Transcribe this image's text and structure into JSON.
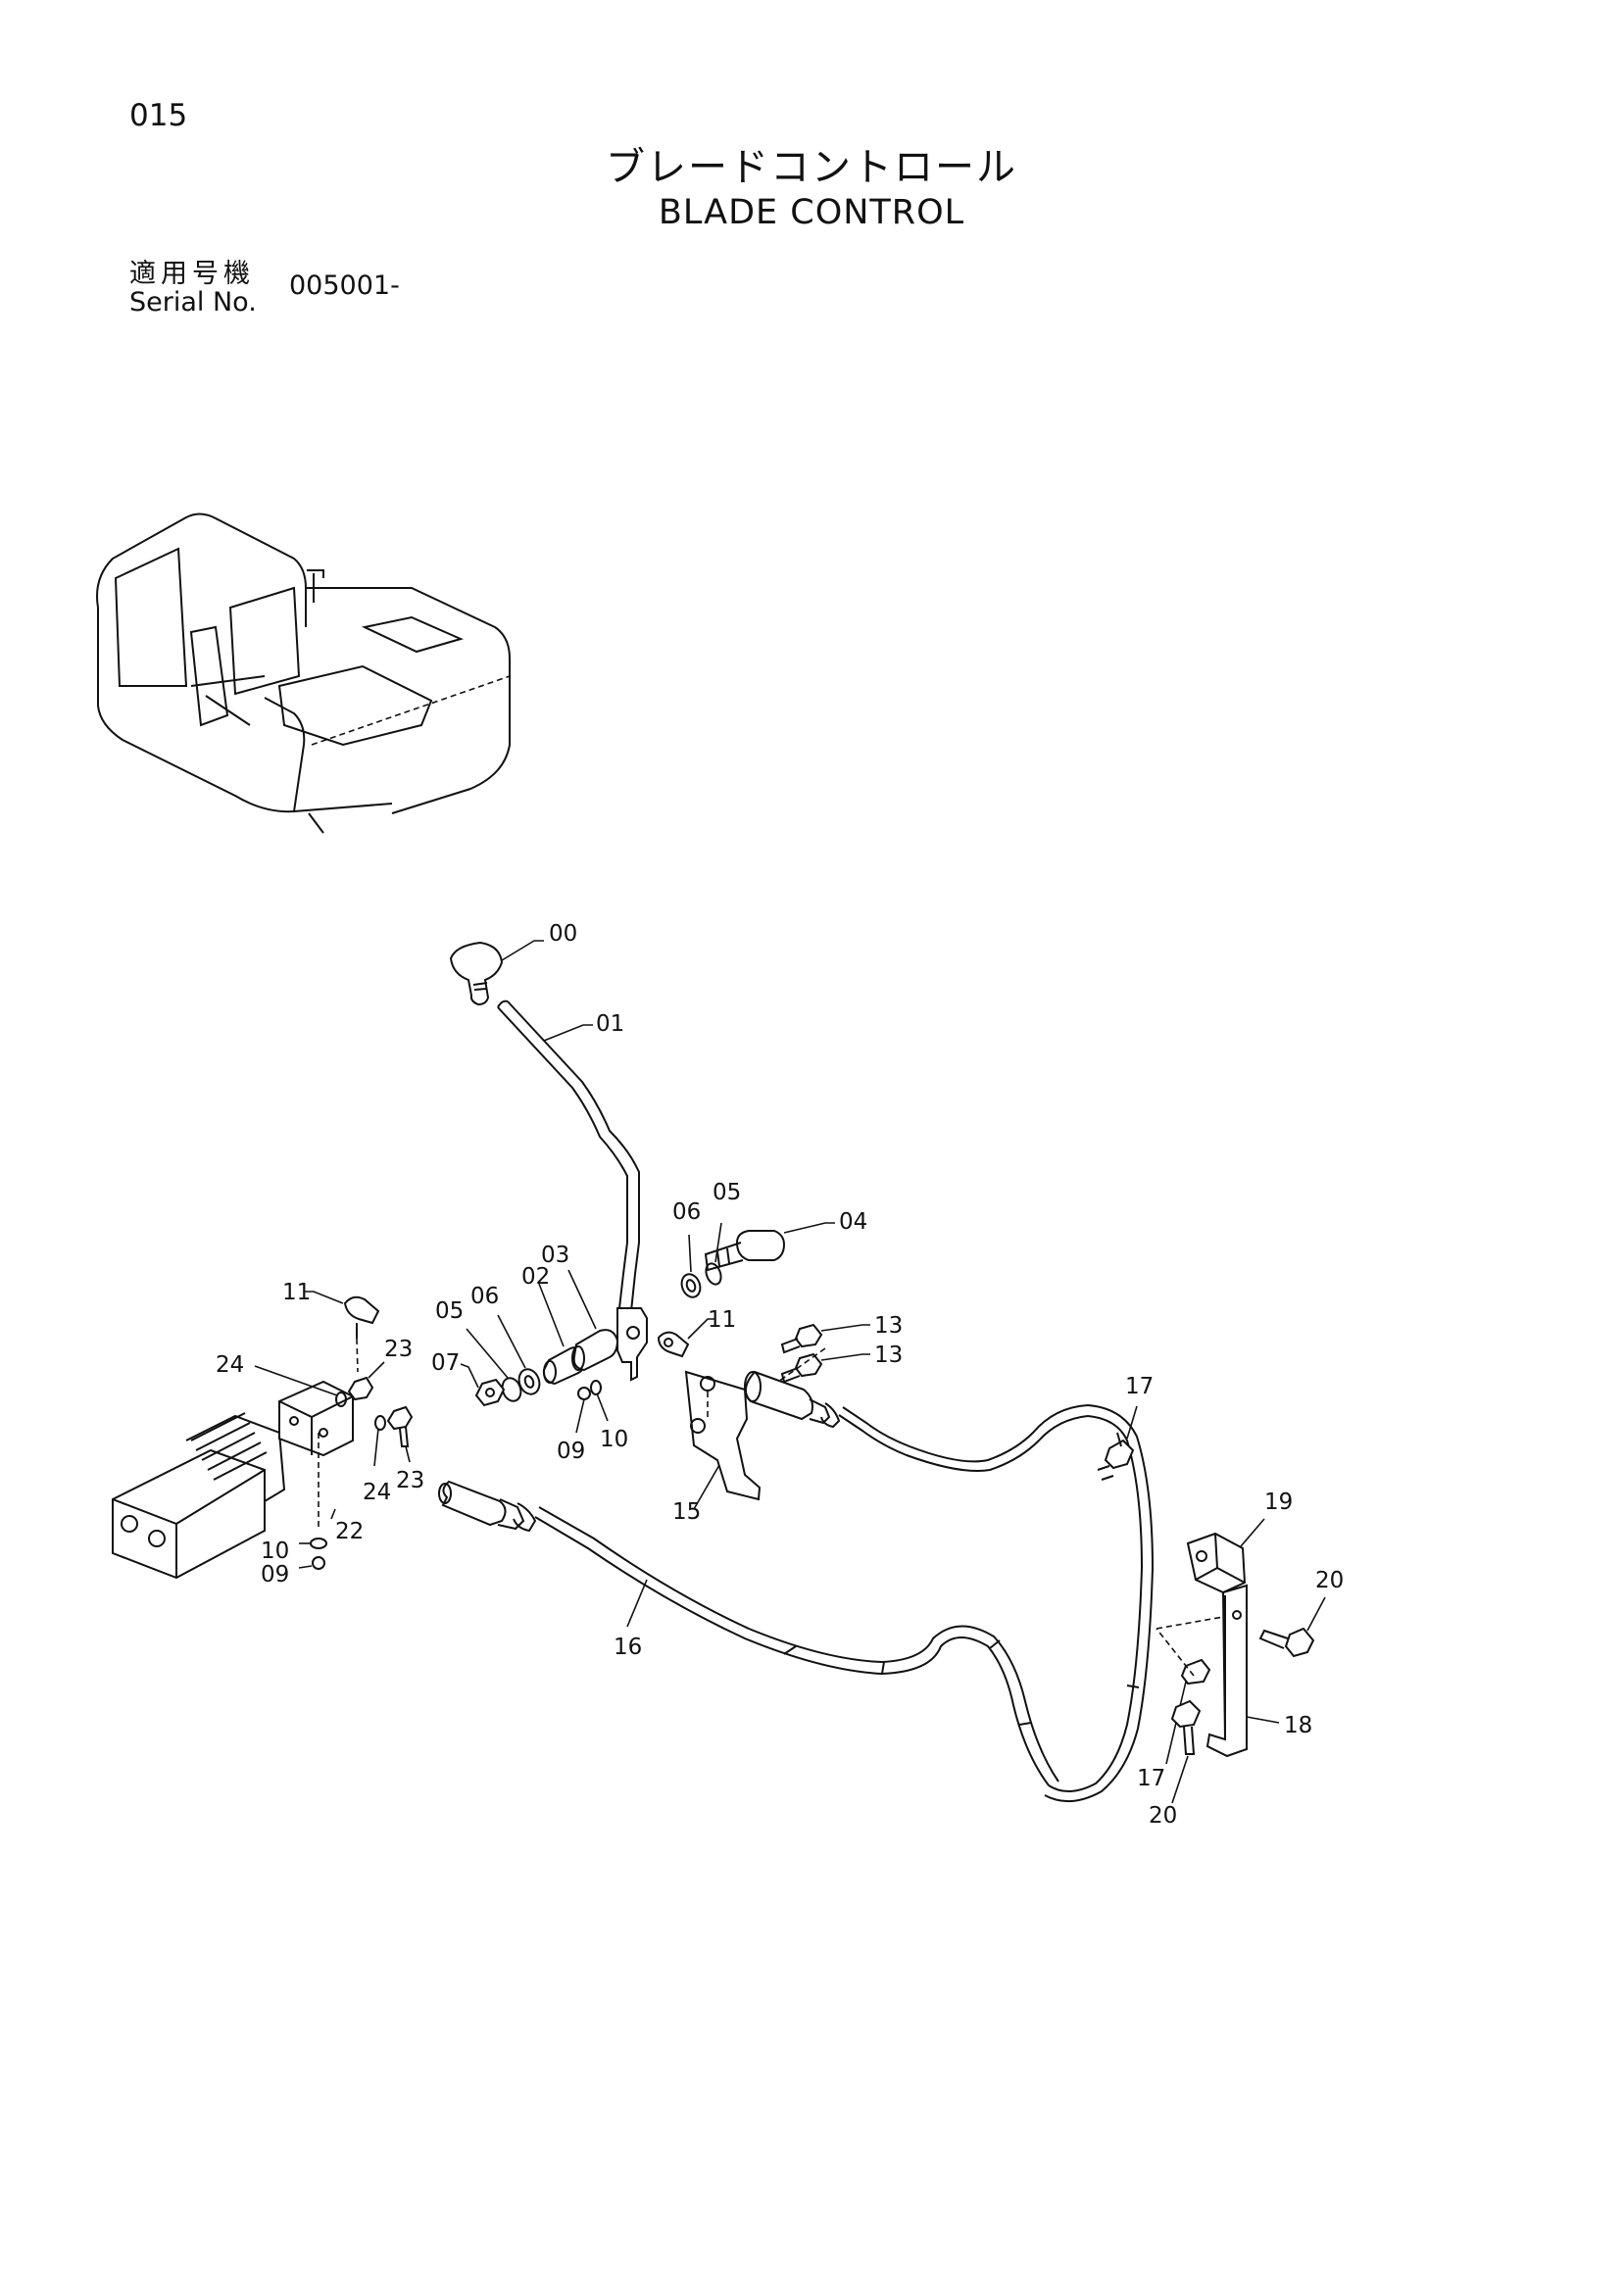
{
  "header": {
    "page_number": "015",
    "title_jp": "ブレードコントロール",
    "title_en": "BLADE CONTROL",
    "serial_label_jp": "適用号機",
    "serial_label_en": "Serial No.",
    "serial_value": "005001-"
  },
  "callouts": {
    "c00": "00",
    "c01": "01",
    "c02": "02",
    "c03": "03",
    "c04": "04",
    "c05a": "05",
    "c05b": "05",
    "c06a": "06",
    "c06b": "06",
    "c07": "07",
    "c09a": "09",
    "c09b": "09",
    "c10a": "10",
    "c10b": "10",
    "c11a": "11",
    "c11b": "11",
    "c13a": "13",
    "c13b": "13",
    "c15": "15",
    "c16": "16",
    "c17a": "17",
    "c17b": "17",
    "c18": "18",
    "c19": "19",
    "c20a": "20",
    "c20b": "20",
    "c22": "22",
    "c23a": "23",
    "c23b": "23",
    "c24a": "24",
    "c24b": "24"
  }
}
